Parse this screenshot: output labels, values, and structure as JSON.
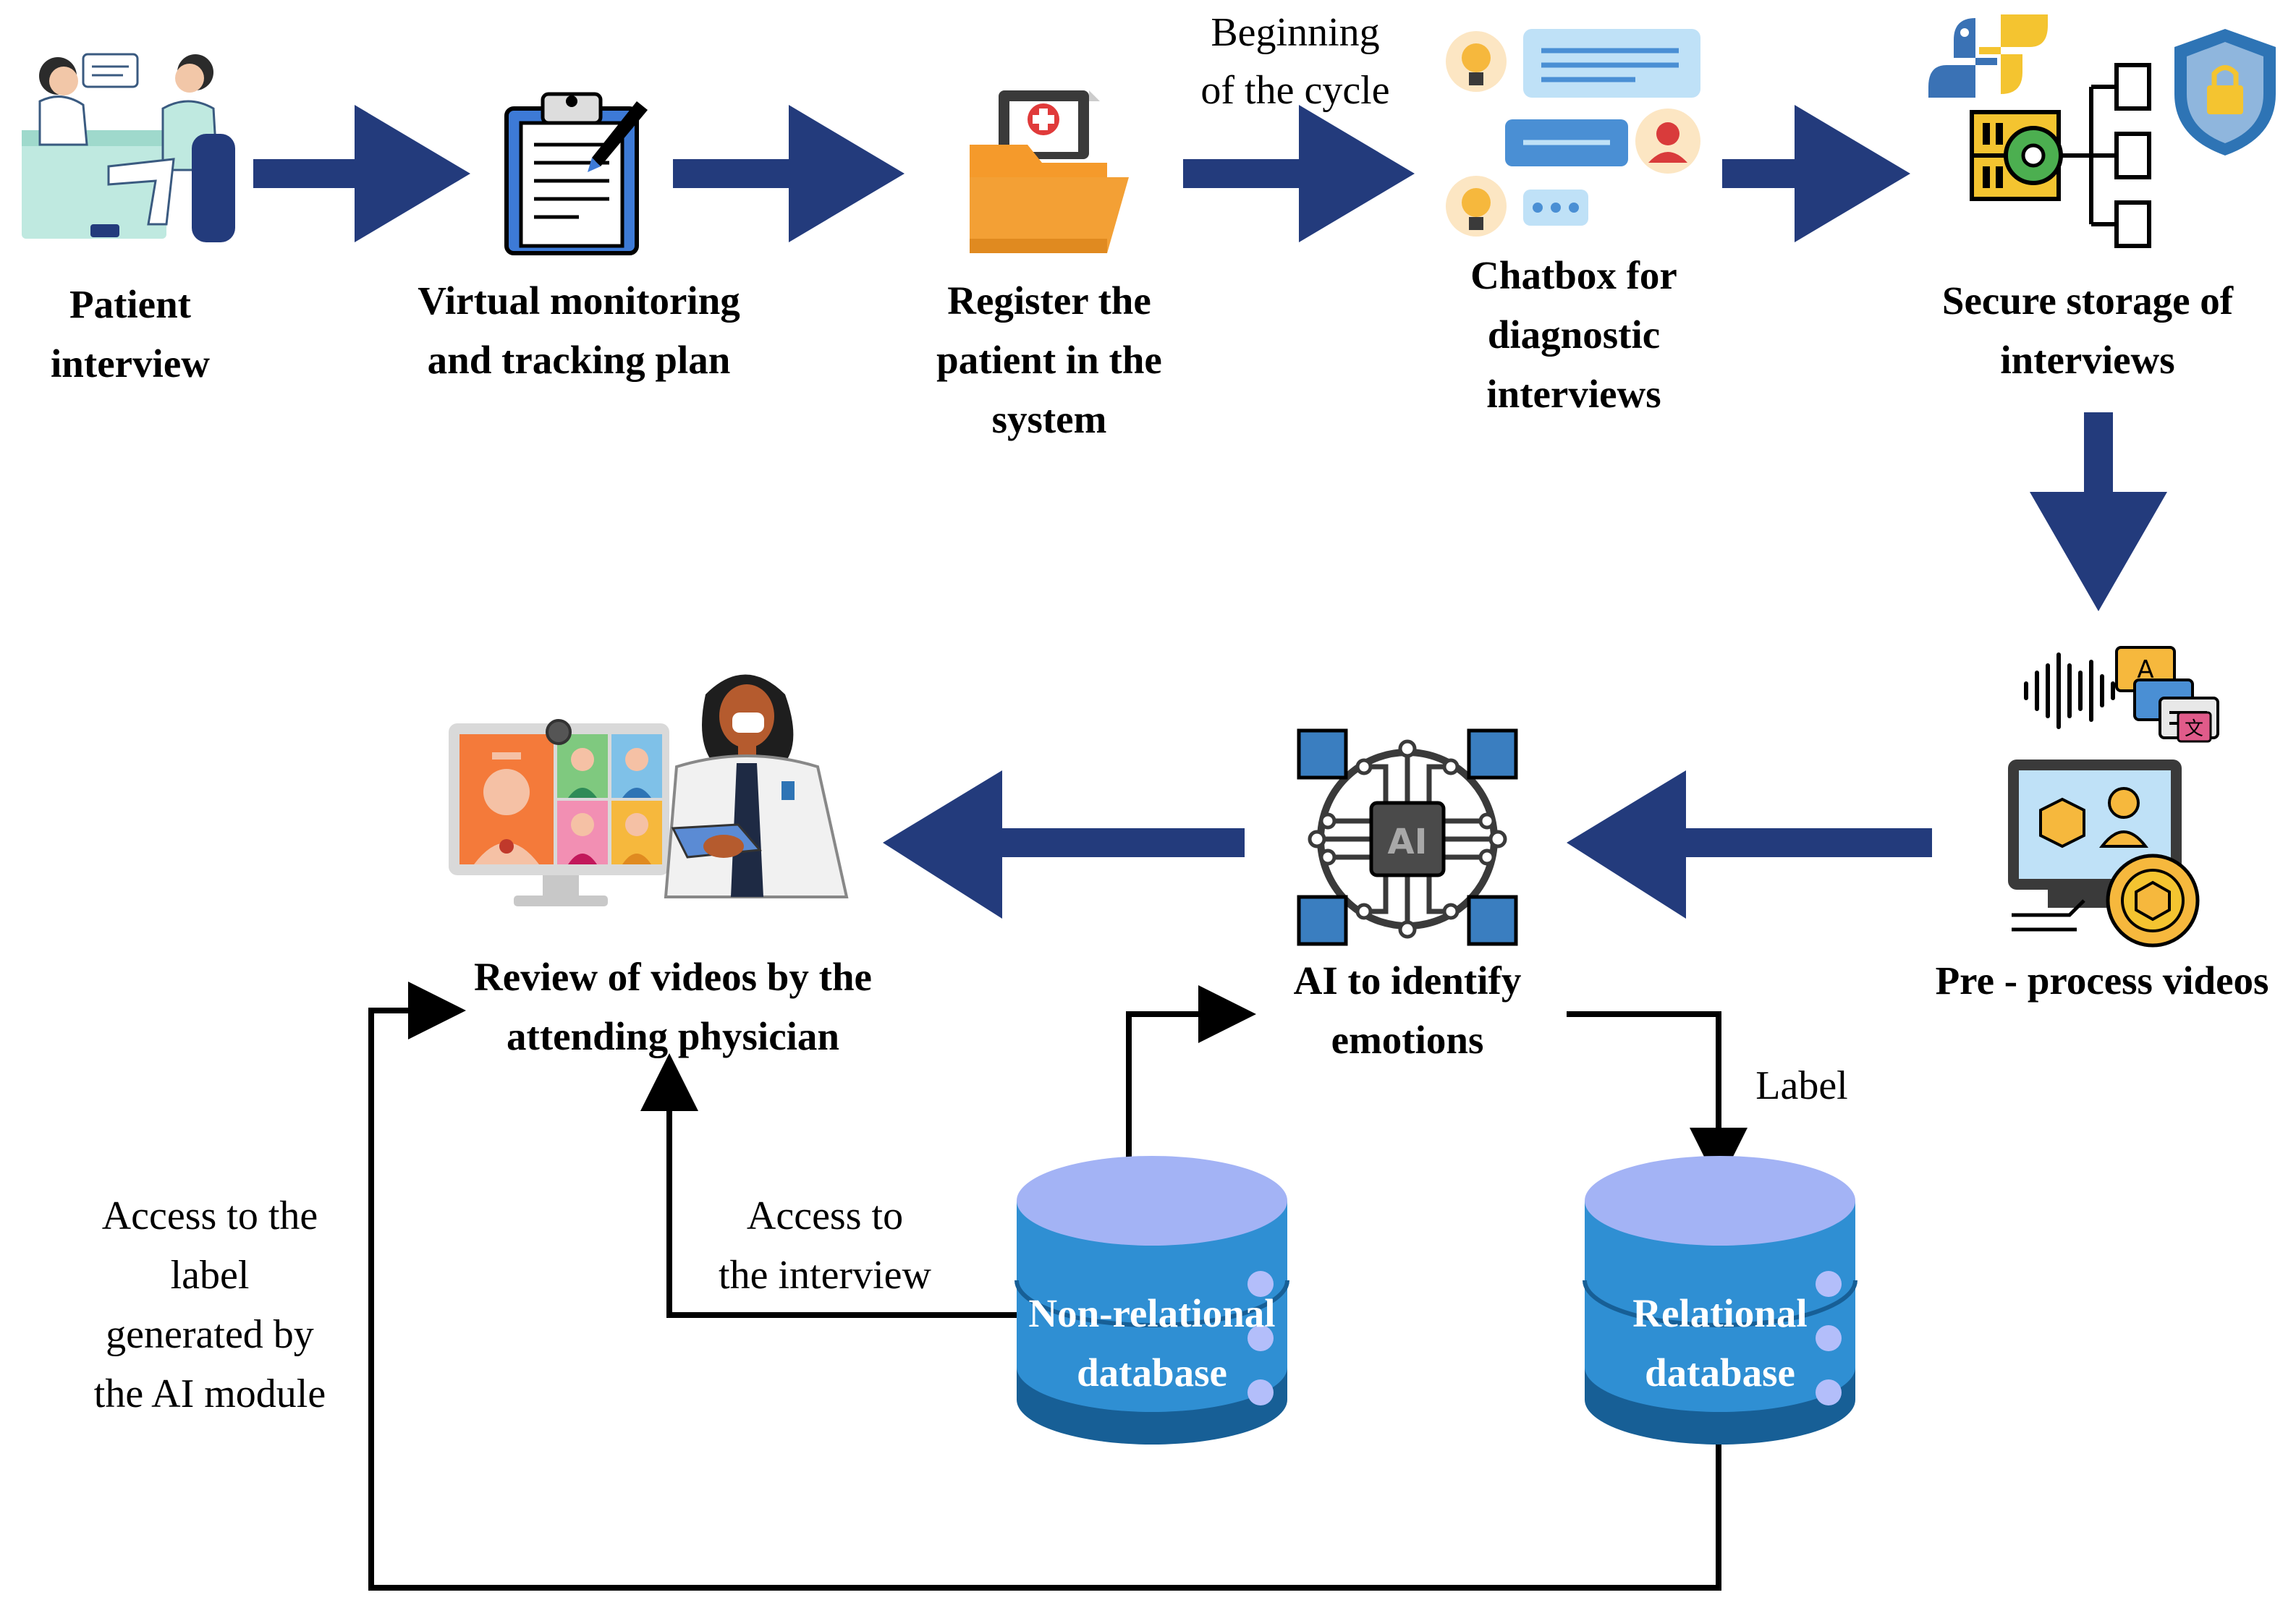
{
  "colors": {
    "arrow_fill": "#233b7c",
    "connector": "#000000",
    "db_top": "#a3b3f5",
    "db_body": "#2f8fd3",
    "db_dark": "#175f96",
    "db_dot": "#b3befa"
  },
  "steps": {
    "patient_interview": "Patient\ninterview",
    "virtual_monitoring": "Virtual monitoring\nand tracking plan",
    "register_patient": "Register the\npatient in the\nsystem",
    "chatbox": "Chatbox for\ndiagnostic\ninterviews",
    "secure_storage": "Secure storage of\ninterviews",
    "preprocess": "Pre - process videos",
    "ai_emotions": "AI to identify\nemotions",
    "review_videos": "Review of videos by the\nattending physician"
  },
  "annotations": {
    "beginning_cycle": "Beginning\nof the cycle",
    "label": "Label",
    "access_interview": "Access to\nthe interview",
    "access_label": "Access to the\nlabel\ngenerated by\nthe AI module"
  },
  "databases": {
    "non_relational": "Non-relational\ndatabase",
    "relational": "Relational\ndatabase"
  },
  "icons": {
    "patient_interview": "doctor-patient-consultation-icon",
    "virtual_monitoring": "clipboard-pen-icon",
    "register_patient": "medical-folder-icon",
    "chatbox": "chat-conversation-icon",
    "secure_storage": "server-python-lock-icon",
    "preprocess_audio": "sound-wave-icon",
    "preprocess_translate": "translate-icon",
    "preprocess_video": "video-processing-monitor-icon",
    "ai": "ai-chip-icon",
    "review": "physician-monitor-icon"
  }
}
